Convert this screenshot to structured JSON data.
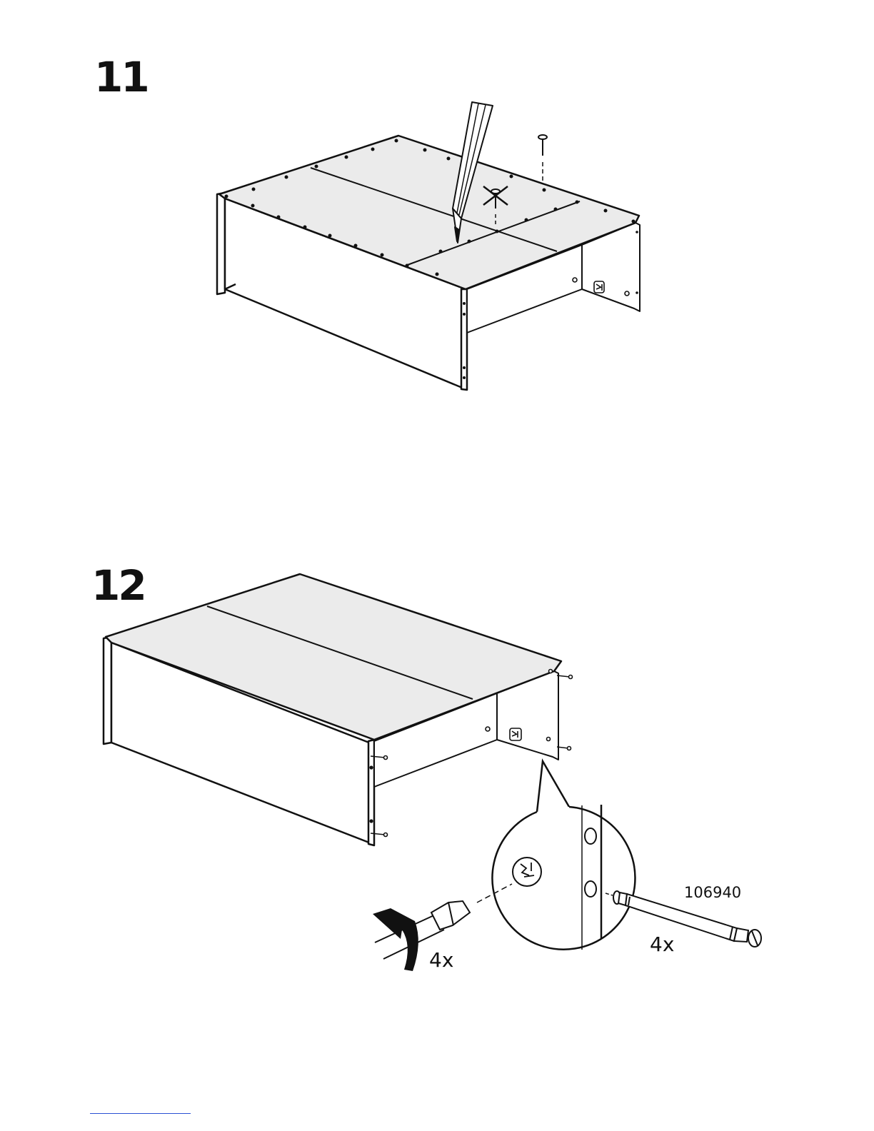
{
  "steps": [
    {
      "number": "11"
    },
    {
      "number": "12",
      "part_number": "106940",
      "quantity_turn": "4x",
      "quantity_part": "4x"
    }
  ],
  "icons": [
    "pencil-icon",
    "nail-icon",
    "crossed-out-nail-icon",
    "screwdriver-icon",
    "rotation-arrow-icon",
    "cam-lock-icon",
    "dowel-screw-icon"
  ],
  "colors": {
    "panel_fill": "#ebebeb",
    "line": "#111111",
    "footer_line": "#2a4fd4"
  }
}
